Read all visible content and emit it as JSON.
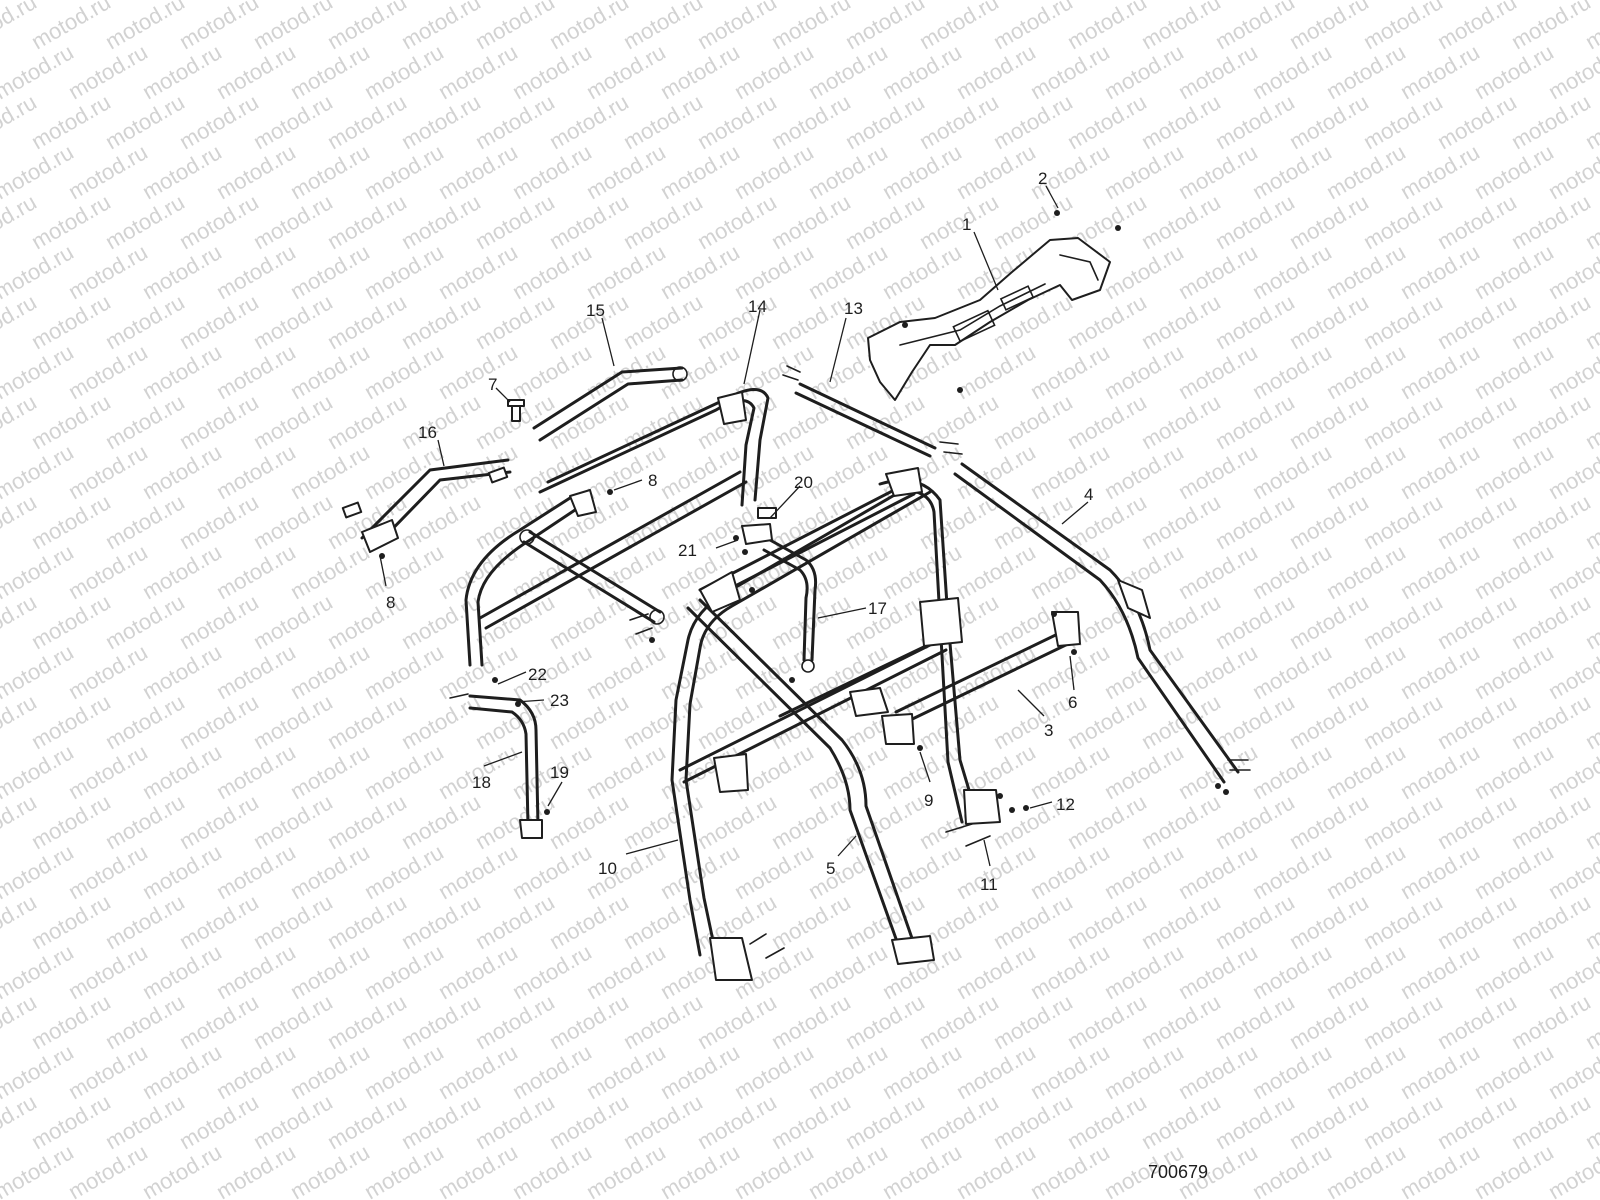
{
  "watermark": {
    "text": "motod.ru"
  },
  "drawing_number": "700679",
  "callouts": [
    {
      "id": "c1",
      "label": "1"
    },
    {
      "id": "c2",
      "label": "2"
    },
    {
      "id": "c3",
      "label": "3"
    },
    {
      "id": "c4",
      "label": "4"
    },
    {
      "id": "c5",
      "label": "5"
    },
    {
      "id": "c6",
      "label": "6"
    },
    {
      "id": "c7",
      "label": "7"
    },
    {
      "id": "c8a",
      "label": "8"
    },
    {
      "id": "c8b",
      "label": "8"
    },
    {
      "id": "c9",
      "label": "9"
    },
    {
      "id": "c10",
      "label": "10"
    },
    {
      "id": "c11",
      "label": "11"
    },
    {
      "id": "c12",
      "label": "12"
    },
    {
      "id": "c13",
      "label": "13"
    },
    {
      "id": "c14",
      "label": "14"
    },
    {
      "id": "c15",
      "label": "15"
    },
    {
      "id": "c16",
      "label": "16"
    },
    {
      "id": "c17",
      "label": "17"
    },
    {
      "id": "c18",
      "label": "18"
    },
    {
      "id": "c19",
      "label": "19"
    },
    {
      "id": "c20",
      "label": "20"
    },
    {
      "id": "c21",
      "label": "21"
    },
    {
      "id": "c22",
      "label": "22"
    },
    {
      "id": "c23",
      "label": "23"
    }
  ]
}
